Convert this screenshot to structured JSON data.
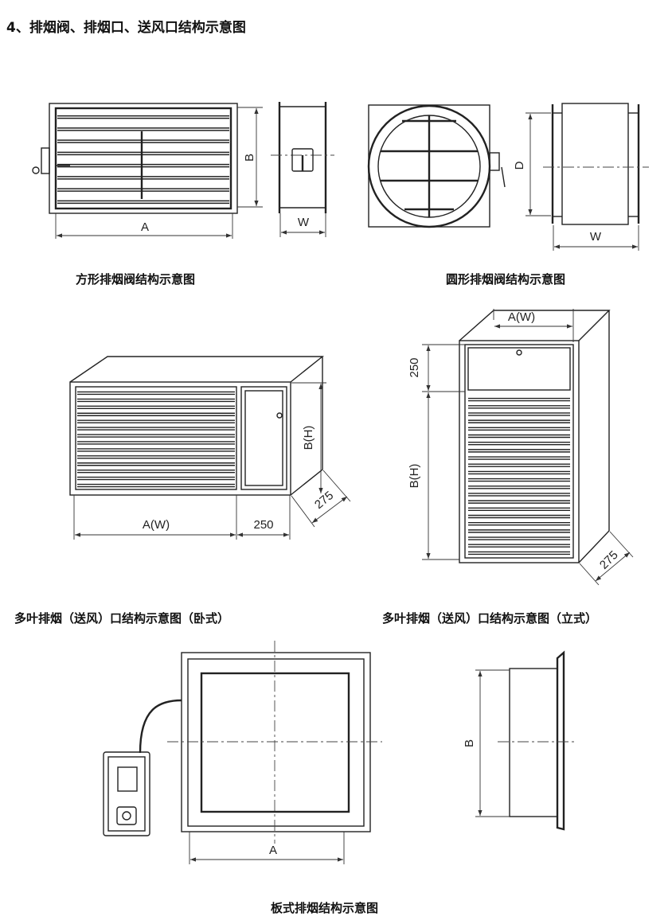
{
  "title": "4、排烟阀、排烟口、送风口结构示意图",
  "figures": {
    "square_valve": {
      "caption": "方形排烟阀结构示意图",
      "dim_a": "A",
      "dim_b": "B",
      "dim_w": "W"
    },
    "round_valve": {
      "caption": "圆形排烟阀结构示意图",
      "dim_d": "D",
      "dim_w": "W"
    },
    "horizontal_outlet": {
      "caption": "多叶排烟（送风）口结构示意图（卧式）",
      "dim_aw": "A(W)",
      "dim_bh": "B(H)",
      "dim_250": "250",
      "dim_275": "275"
    },
    "vertical_outlet": {
      "caption": "多叶排烟（送风）口结构示意图（立式）",
      "dim_aw": "A(W)",
      "dim_bh": "B(H)",
      "dim_250": "250",
      "dim_275": "275"
    },
    "plate_exhaust": {
      "caption": "板式排烟结构示意图",
      "dim_a": "A",
      "dim_b": "B"
    }
  }
}
